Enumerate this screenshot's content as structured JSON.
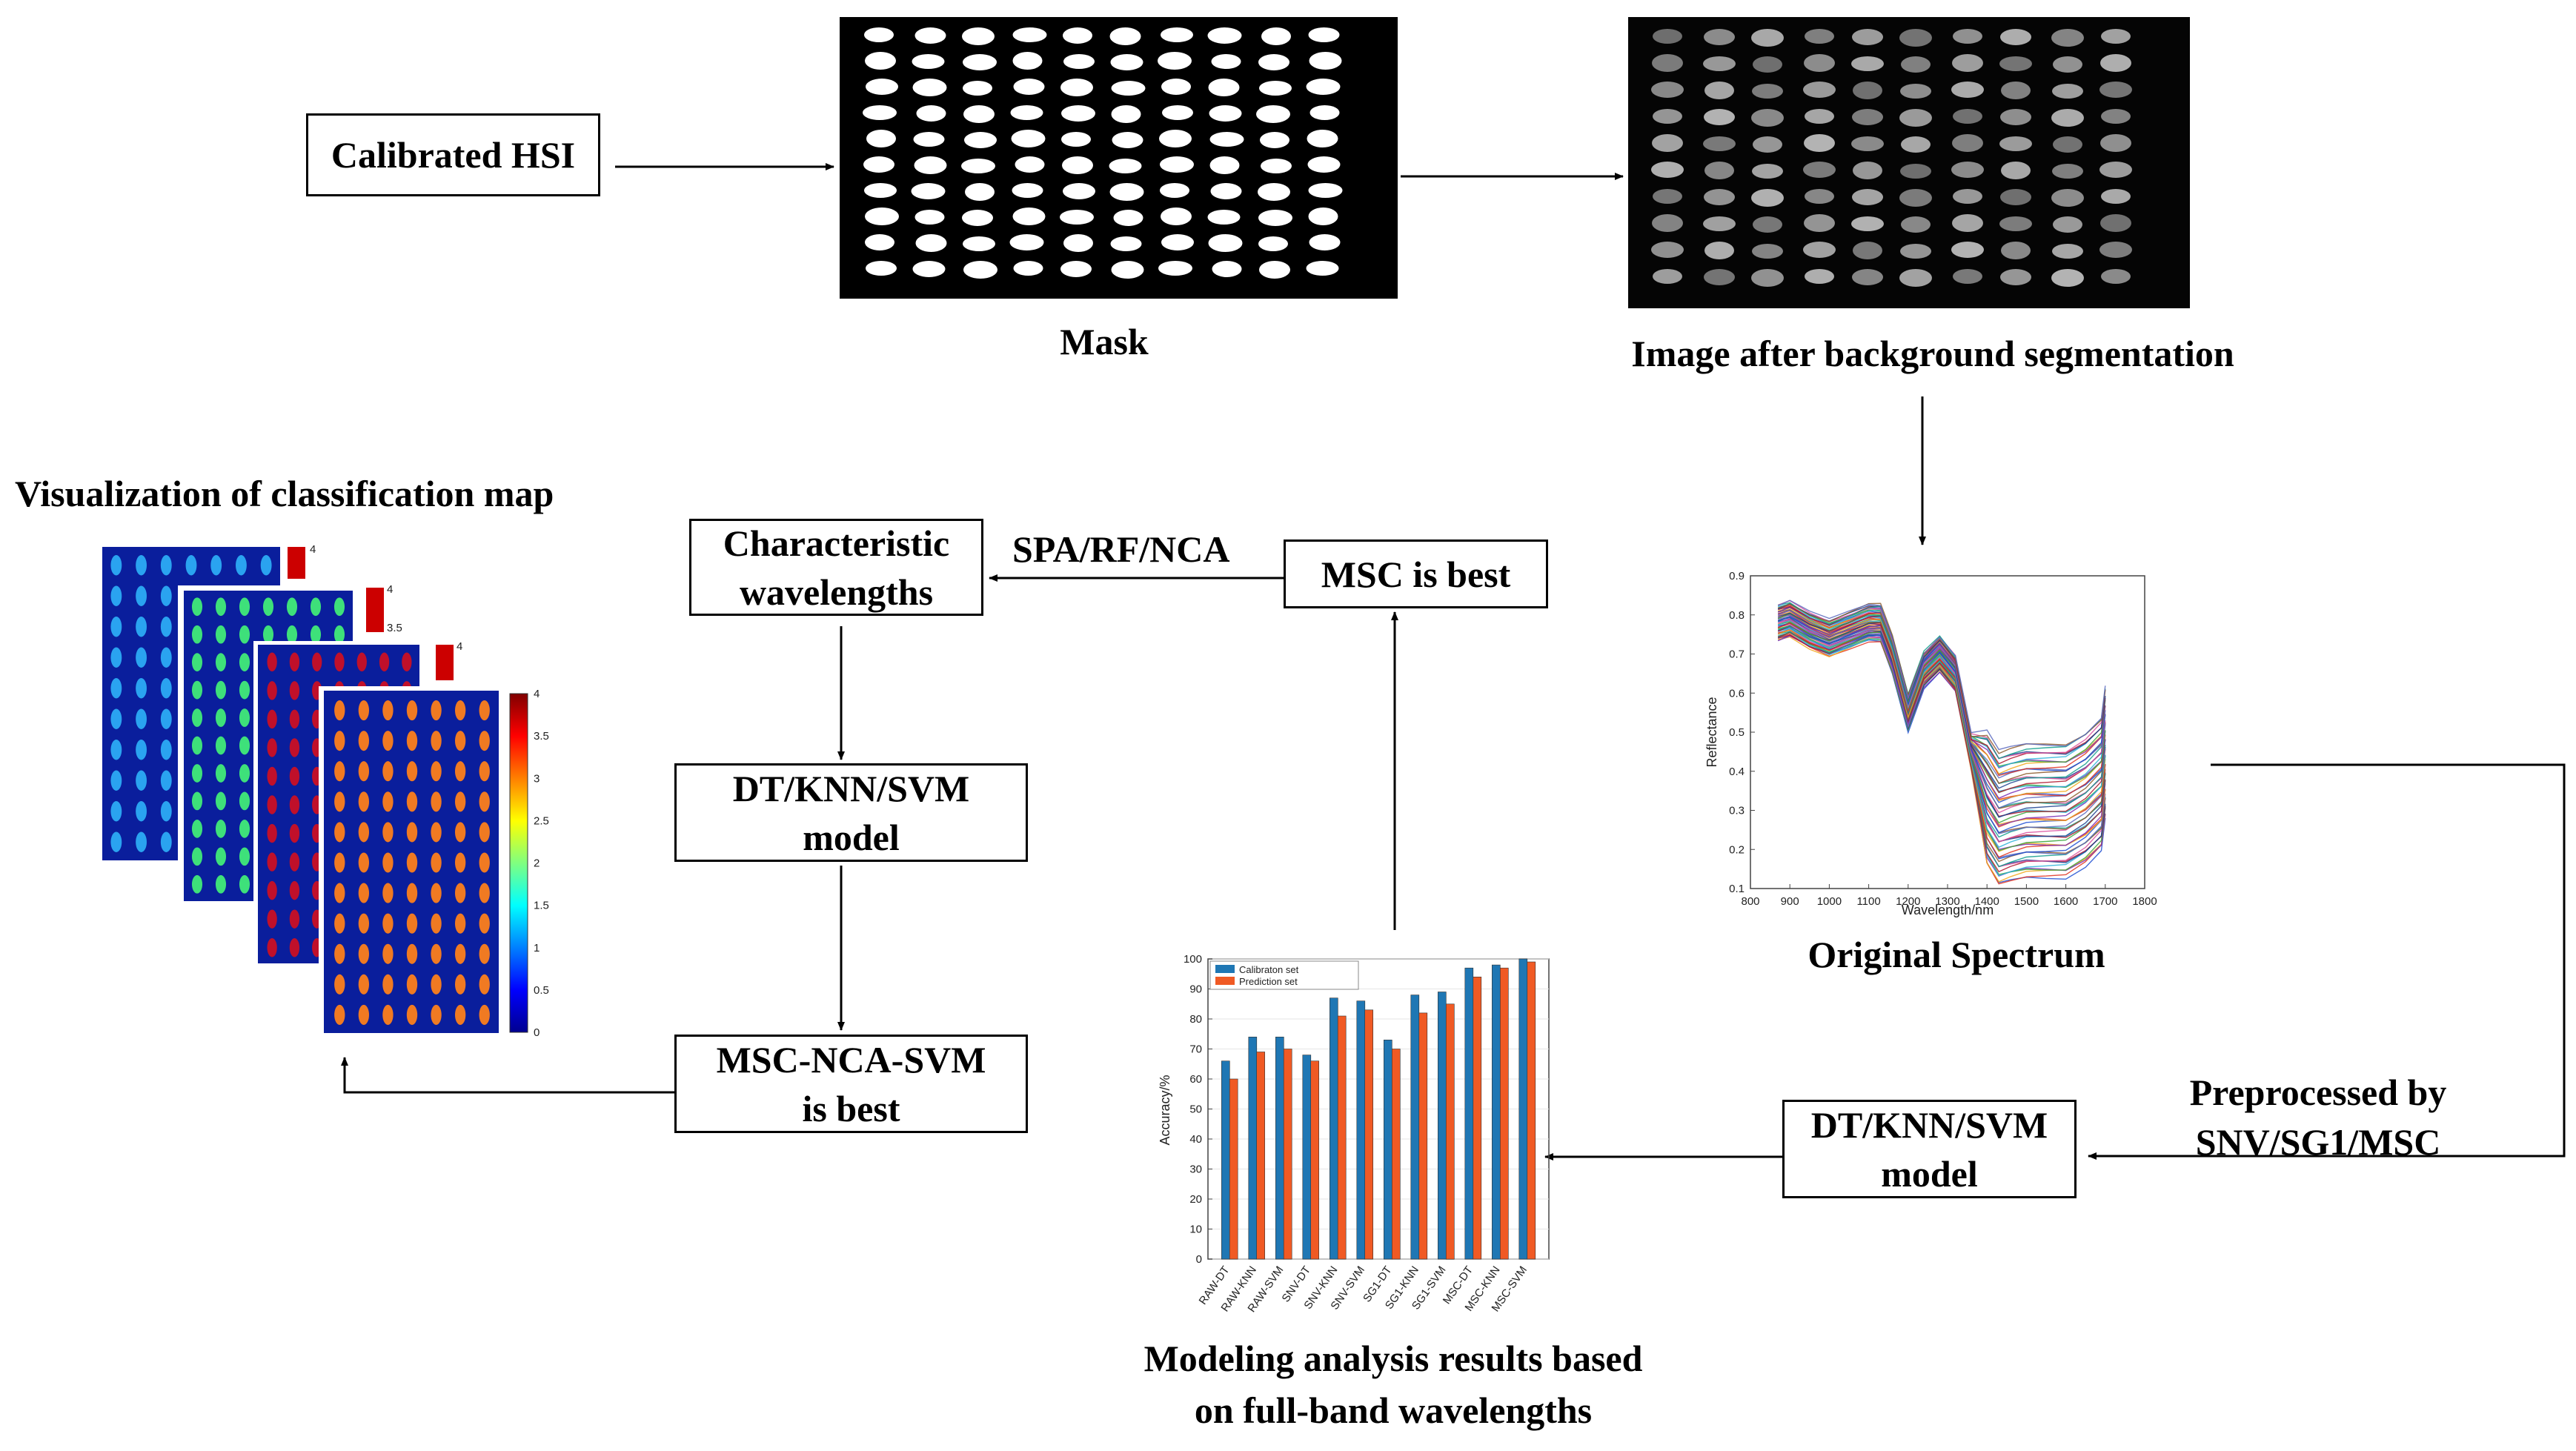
{
  "boxes": {
    "calibrated_hsi": "Calibrated HSI",
    "char_wl_line1": "Characteristic",
    "char_wl_line2": "wavelengths",
    "msc_best": "MSC is best",
    "dt_model_1_line1": "DT/KNN/SVM",
    "dt_model_1_line2": "model",
    "msc_nca_line1": "MSC-NCA-SVM",
    "msc_nca_line2": "is best",
    "dt_model_2_line1": "DT/KNN/SVM",
    "dt_model_2_line2": "model"
  },
  "labels": {
    "mask": "Mask",
    "image_after": "Image after background segmentation",
    "visualization": "Visualization of classification map",
    "original_spectrum": "Original Spectrum",
    "spa": "SPA/RF/NCA",
    "preprocessed_line1": "Preprocessed by",
    "preprocessed_line2": "SNV/SG1/MSC",
    "modeling_line1": "Modeling analysis results based",
    "modeling_line2": "on full-band wavelengths"
  },
  "colorbar_ticks": [
    "4",
    "3.5",
    "3",
    "2.5",
    "2",
    "1.5",
    "1",
    "0.5",
    "0"
  ],
  "mini_colorbar_ticks": [
    "4",
    "3.5"
  ],
  "spectrum_chart": {
    "type": "line",
    "xlabel": "Wavelength/nm",
    "ylabel": "Reflectance",
    "x_ticks": [
      "800",
      "900",
      "1000",
      "1100",
      "1200",
      "1300",
      "1400",
      "1500",
      "1600",
      "1700",
      "1800"
    ],
    "y_ticks": [
      "0.1",
      "0.2",
      "0.3",
      "0.4",
      "0.5",
      "0.6",
      "0.7",
      "0.8",
      "0.9"
    ],
    "xlim": [
      800,
      1800
    ],
    "ylim": [
      0.1,
      0.9
    ],
    "mean_curve": {
      "x": [
        870,
        900,
        950,
        1000,
        1050,
        1100,
        1130,
        1160,
        1200,
        1240,
        1280,
        1320,
        1360,
        1400,
        1430,
        1460,
        1500,
        1550,
        1600,
        1650,
        1690,
        1700
      ],
      "y": [
        0.78,
        0.79,
        0.76,
        0.74,
        0.76,
        0.78,
        0.78,
        0.7,
        0.55,
        0.66,
        0.7,
        0.65,
        0.45,
        0.33,
        0.28,
        0.29,
        0.3,
        0.3,
        0.3,
        0.33,
        0.37,
        0.45
      ]
    },
    "colors": [
      "#1f4fd1",
      "#e0301e",
      "#f2a71b",
      "#7a2fb5",
      "#3aa63a",
      "#29b3d9",
      "#b0142c",
      "#1b3f8f",
      "#d94f9e",
      "#0f9e8c",
      "#8c5a2b",
      "#5c6bc0"
    ]
  },
  "chart_data": {
    "type": "bar",
    "categories": [
      "RAW-DT",
      "RAW-KNN",
      "RAW-SVM",
      "SNV-DT",
      "SNV-KNN",
      "SNV-SVM",
      "SG1-DT",
      "SG1-KNN",
      "SG1-SVM",
      "MSC-DT",
      "MSC-KNN",
      "MSC-SVM"
    ],
    "series": [
      {
        "name": "Calibraton set",
        "values": [
          66,
          74,
          74,
          68,
          87,
          86,
          73,
          88,
          89,
          97,
          98,
          100
        ],
        "color": "#1f77b4"
      },
      {
        "name": "Prediction set",
        "values": [
          60,
          69,
          70,
          66,
          81,
          83,
          70,
          82,
          85,
          94,
          97,
          99
        ],
        "color": "#f05a24"
      }
    ],
    "ylabel": "Accuracy/%",
    "ylim": [
      0,
      100
    ],
    "y_ticks": [
      "0",
      "10",
      "20",
      "30",
      "40",
      "50",
      "60",
      "70",
      "80",
      "90",
      "100"
    ],
    "legend_position": "top-left"
  }
}
